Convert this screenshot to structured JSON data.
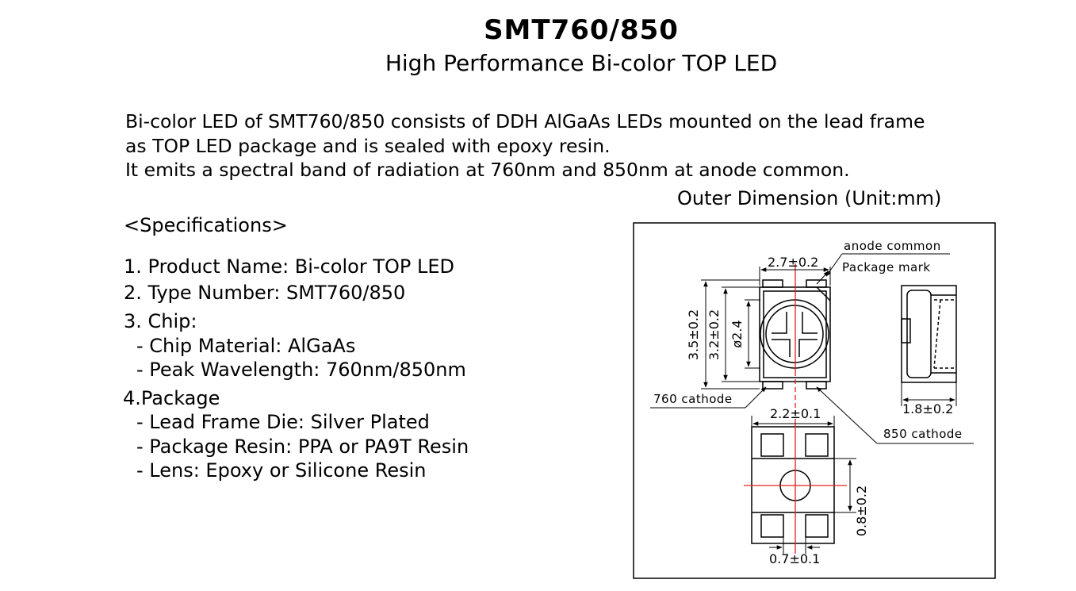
{
  "header": {
    "title": "SMT760/850",
    "subtitle": "High Performance Bi-color TOP LED"
  },
  "description": {
    "lines": [
      "Bi-color LED of SMT760/850 consists of DDH AlGaAs LEDs mounted on the lead frame",
      "as TOP LED package and is sealed with epoxy resin.",
      "It emits a spectral band of radiation at 760nm and 850nm at anode common."
    ]
  },
  "specifications": {
    "heading": "<Specifications>",
    "items": [
      "1. Product Name: Bi-color TOP LED",
      "2. Type Number: SMT760/850",
      "3. Chip:",
      "- Chip Material: AlGaAs",
      "- Peak Wavelength: 760nm/850nm",
      "4.Package",
      "- Lead Frame Die: Silver Plated",
      "- Package Resin: PPA or PA9T Resin",
      "- Lens: Epoxy or Silicone Resin"
    ]
  },
  "dimension": {
    "title": "Outer Dimension (Unit:mm)",
    "labels": {
      "anode_common": "anode common",
      "package_mark": "Package mark",
      "cathode_760": "760 cathode",
      "cathode_850": "850 cathode",
      "width_top": "2.7±0.2",
      "height_outer": "3.5±0.2",
      "height_inner": "3.2±0.2",
      "lens_diameter": "ø2.4",
      "depth": "1.8±0.2",
      "pad_span": "2.2±0.1",
      "pad_height": "0.8±0.2",
      "pad_gap": "0.7±0.1"
    }
  },
  "colors": {
    "ink": "#000000",
    "centerline": "#e02020"
  }
}
